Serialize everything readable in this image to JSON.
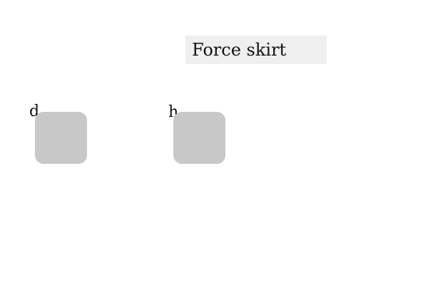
{
  "instruction_box": {
    "text": "Force skirt"
  },
  "keys": [
    {
      "label": "d"
    },
    {
      "label": "h"
    }
  ],
  "colors": {
    "instruction_bg": "#efefef",
    "key_fill": "#c8c8c8",
    "page_bg": "#ffffff"
  }
}
